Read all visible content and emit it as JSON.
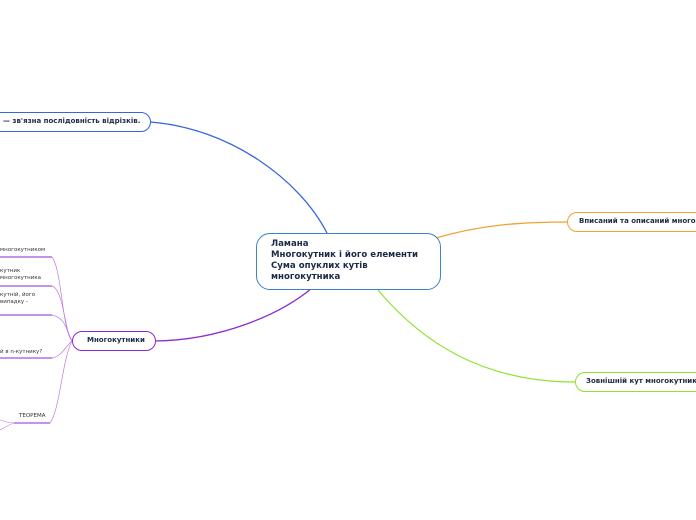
{
  "central": {
    "lines": [
      "Ламана",
      "Многокутник і його елементи",
      "Сума опуклих кутів",
      "многокутника"
    ]
  },
  "branches": {
    "top_left": "— зв'язна послідовність відрізків.",
    "right_top": "Вписаний та описаний многокутник",
    "right_bottom": "Зовнішній кут многокутника",
    "left_mid": "Многокутники"
  },
  "leaves": {
    "l1": "многокутником",
    "l2a": "кутник",
    "l2b": "многокутника",
    "l3a": "кутній, його",
    "l3b": "випадку -",
    "l4": "й в n-кутнику?",
    "l5": "ТЕОРЕМА"
  },
  "colors": {
    "blue": "#3466e0",
    "orange": "#f0a232",
    "green": "#8fe22e",
    "purple": "#8a2ad0",
    "central_border": "#3b82c8"
  }
}
